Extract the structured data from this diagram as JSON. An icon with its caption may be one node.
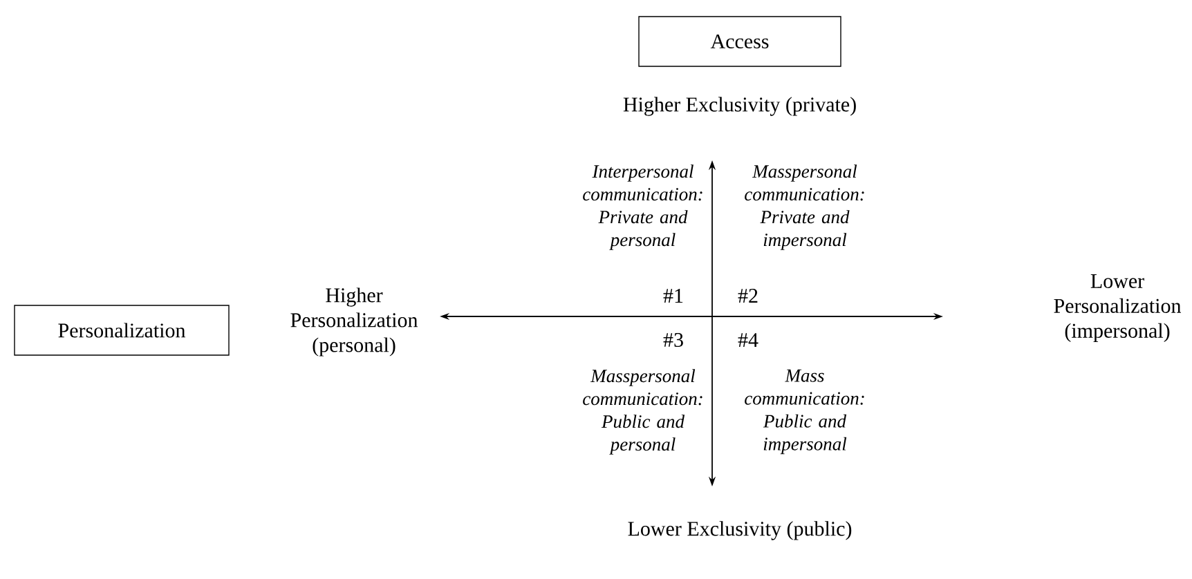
{
  "diagram": {
    "nodes": [
      {
        "text": [
          "Access"
        ]
      },
      {
        "text": [
          "Personalization"
        ]
      }
    ],
    "labels": [
      "Higher Exclusivity (private)",
      "Interpersonal communication: Private and personal",
      "Masspersonal communication: Private and impersonal",
      "Higher Personalization (personal)",
      "#1",
      "#2",
      "Lower Personalization (impersonal)",
      "#3",
      "#4",
      "Masspersonal communication: Public and personal",
      "Mass communication: Public and impersonal",
      "Lower Exclusivity (public)"
    ]
  }
}
